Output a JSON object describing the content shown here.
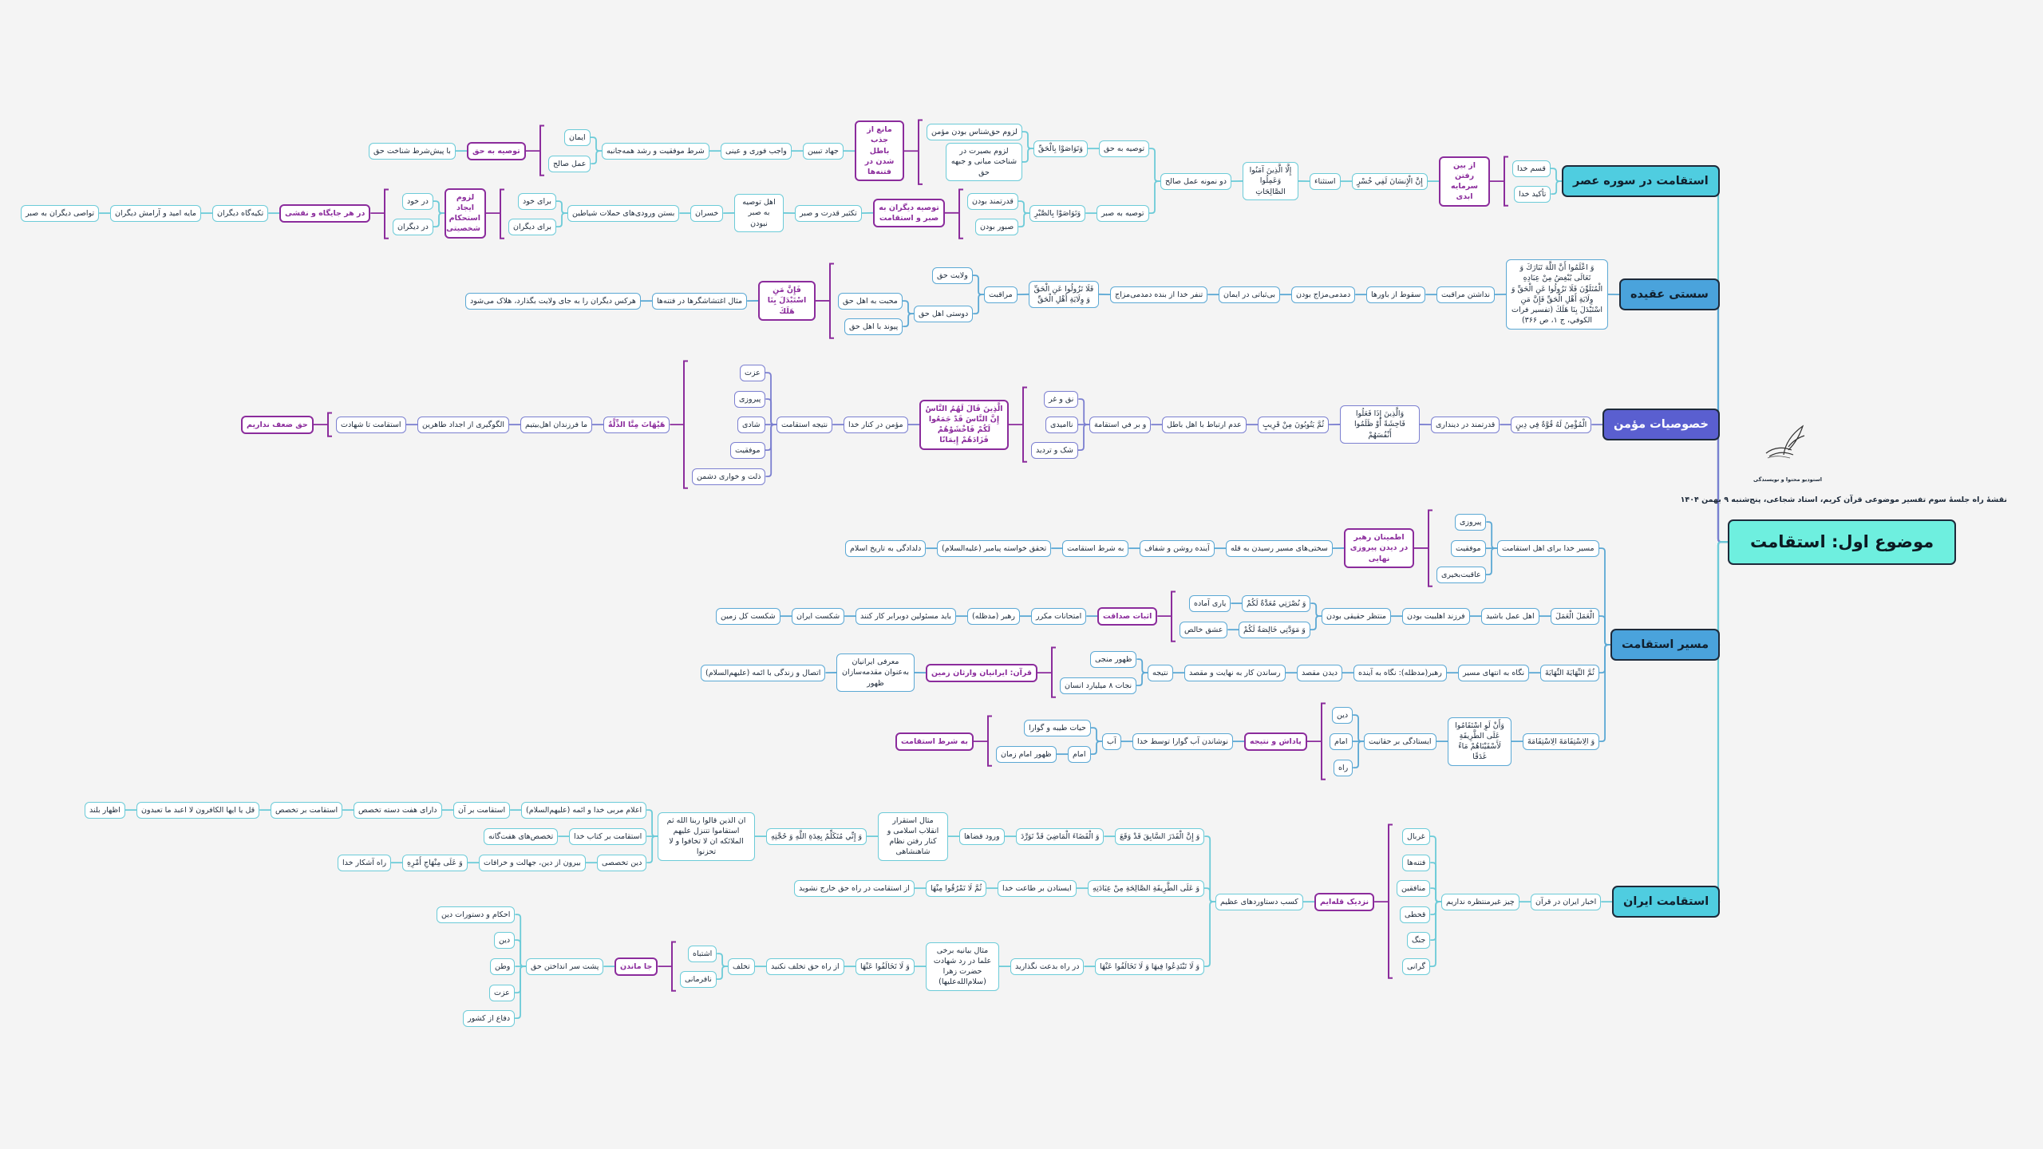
{
  "header": {
    "studio": "استودیو محتوا و نویسندگی",
    "session": "نقشهٔ راه جلسهٔ سوم تفسیر موضوعی قرآن کریم، استاد شجاعی، پنج‌شنبه ۹ بهمن ۱۴۰۴"
  },
  "colors": {
    "root": "#6eefdf",
    "key": "#8b2c9c",
    "b1": {
      "fill": "#4fcde0",
      "line": "#6ccbd8",
      "text": "#10202e"
    },
    "b2": {
      "fill": "#4aa3dc",
      "line": "#5ba8d4",
      "text": "#10202e"
    },
    "b3": {
      "fill": "#5a5fd0",
      "line": "#7b7fd0",
      "text": "#ffffff"
    },
    "b4": {
      "fill": "#4aa3dc",
      "line": "#5ba8d4",
      "text": "#10202e"
    },
    "b5": {
      "fill": "#4fcde0",
      "line": "#6ccbd8",
      "text": "#10202e"
    }
  },
  "nodes": [
    {
      "id": "root",
      "kind": "root",
      "text": "موضوع اول: استقامت"
    },
    {
      "id": "b1",
      "kind": "branch",
      "parent": "root",
      "text": "استقامت در سوره عصر"
    },
    {
      "id": "n1",
      "parent": "b1",
      "text": "قسم خدا"
    },
    {
      "id": "n2",
      "parent": "b1",
      "text": "تأکید خدا"
    },
    {
      "id": "k1",
      "kind": "key",
      "group": [
        "n1",
        "n2"
      ],
      "text": "از بین رفتن سرمایه ابدی"
    },
    {
      "id": "n3",
      "parent": "k1",
      "text": "إِنَّ الْإِنسَانَ لَفِي خُسْرٍ"
    },
    {
      "id": "n4",
      "parent": "n3",
      "text": "استثناء"
    },
    {
      "id": "n5",
      "parent": "n4",
      "text": "إِلَّا الَّذِينَ آمَنُوا وَعَمِلُوا الصَّالِحَاتِ"
    },
    {
      "id": "n6",
      "parent": "n5",
      "text": "دو نمونه عمل صالح"
    },
    {
      "id": "n7",
      "parent": "n6",
      "text": "توصیه به حق"
    },
    {
      "id": "n8",
      "parent": "n6",
      "text": "توصیه به صبر"
    },
    {
      "id": "n9",
      "parent": "n7",
      "text": "وَتَوَاصَوْا بِالْحَقِّ"
    },
    {
      "id": "n10",
      "parent": "n8",
      "text": "وَتَوَاصَوْا بِالصَّبْرِ"
    },
    {
      "id": "n11",
      "parent": "n9",
      "text": "لزوم حق‌شناس بودن مؤمن"
    },
    {
      "id": "n12",
      "parent": "n9",
      "text": "لزوم بصیرت در شناخت مبانی و جبهه حق"
    },
    {
      "id": "k2",
      "kind": "key",
      "group": [
        "n11",
        "n12"
      ],
      "text": "مانع از جذب باطل شدن در فتنه‌ها"
    },
    {
      "id": "n13",
      "parent": "k2",
      "text": "جهاد تبیین"
    },
    {
      "id": "n14",
      "parent": "n13",
      "text": "واجب فوری و عینی"
    },
    {
      "id": "n15",
      "parent": "n14",
      "text": "شرط موفقیت و رشد همه‌جانبه"
    },
    {
      "id": "n16",
      "parent": "n15",
      "text": "ایمان"
    },
    {
      "id": "n17",
      "parent": "n15",
      "text": "عمل صالح"
    },
    {
      "id": "k3",
      "kind": "key",
      "group": [
        "n16",
        "n17"
      ],
      "text": "توصیه به حق"
    },
    {
      "id": "n18",
      "parent": "k3",
      "text": "با پیش‌شرط شناخت حق"
    },
    {
      "id": "n19",
      "parent": "n10",
      "text": "قدرتمند بودن"
    },
    {
      "id": "n20",
      "parent": "n10",
      "text": "صبور بودن"
    },
    {
      "id": "k4",
      "kind": "key",
      "group": [
        "n19",
        "n20"
      ],
      "text": "توصیه دیگران به صبر و استقامت"
    },
    {
      "id": "n21",
      "parent": "k4",
      "text": "تکثیر قدرت و صبر"
    },
    {
      "id": "n22",
      "parent": "n21",
      "text": "اهل توصیه به صبر نبودن"
    },
    {
      "id": "n23",
      "parent": "n22",
      "text": "خسران"
    },
    {
      "id": "n24",
      "parent": "n23",
      "text": "بستن ورودی‌های حملات شیاطین"
    },
    {
      "id": "n25",
      "parent": "n24",
      "text": "برای خود"
    },
    {
      "id": "n26",
      "parent": "n24",
      "text": "برای دیگران"
    },
    {
      "id": "k5",
      "kind": "key",
      "group": [
        "n25",
        "n26"
      ],
      "text": "لزوم ایجاد استحکام شخصیتی"
    },
    {
      "id": "n27",
      "parent": "k5",
      "text": "در خود"
    },
    {
      "id": "n28",
      "parent": "k5",
      "text": "در دیگران"
    },
    {
      "id": "k6",
      "kind": "key",
      "group": [
        "n27",
        "n28"
      ],
      "text": "در هر جایگاه و نقشی"
    },
    {
      "id": "n29",
      "parent": "k6",
      "text": "تکیه‌گاه دیگران"
    },
    {
      "id": "n30",
      "parent": "n29",
      "text": "مایه امید و آرامش دیگران"
    },
    {
      "id": "n31",
      "parent": "n30",
      "text": "تواصی دیگران به صبر"
    },
    {
      "id": "b2",
      "kind": "branch",
      "parent": "root",
      "text": "سستی عقیده"
    },
    {
      "id": "c1",
      "parent": "b2",
      "text": "وَ اعْلَمُوا أَنَّ اللَّهَ تَبَارَكَ وَ تَعَالَى يُبْغِضُ مِنْ عِبَادِهِ الْمُتَلَوِّنَ فَلَا تَزُولُوا عَنِ الْحَقِّ وَ وِلَايَةِ أَهْلِ الْحَقِّ فَإِنَّ مَنِ اسْتَبْدَلَ بِنَا هَلَكَ (تفسير فرات الكوفي، ج ۱، ص ۳۶۶)"
    },
    {
      "id": "c2",
      "parent": "c1",
      "text": "نداشتن مراقبت"
    },
    {
      "id": "c3",
      "parent": "c2",
      "text": "سقوط از باورها"
    },
    {
      "id": "c4",
      "parent": "c3",
      "text": "دمدمی‌مزاج بودن"
    },
    {
      "id": "c5",
      "parent": "c4",
      "text": "بی‌ثباتی در ایمان"
    },
    {
      "id": "c6",
      "parent": "c5",
      "text": "تنفر خدا از بنده دمدمی‌مزاج"
    },
    {
      "id": "c7",
      "parent": "c6",
      "text": "فَلَا تَزُولُوا عَنِ الْحَقِّ وَ وِلَايَةِ أَهْلِ الْحَقِّ"
    },
    {
      "id": "c8",
      "parent": "c7",
      "text": "مراقبت"
    },
    {
      "id": "c9",
      "parent": "c8",
      "text": "ولایت حق"
    },
    {
      "id": "c10",
      "parent": "c8",
      "text": "دوستی اهل حق"
    },
    {
      "id": "c11",
      "parent": "c10",
      "text": "محبت به اهل حق"
    },
    {
      "id": "c12",
      "parent": "c10",
      "text": "پیوند با اهل حق"
    },
    {
      "id": "kc1",
      "kind": "key",
      "group": [
        "c9",
        "c11",
        "c12"
      ],
      "text": "فَإِنَّ مَنِ اسْتَبْدَلَ بِنَا هَلَكَ"
    },
    {
      "id": "c13",
      "parent": "kc1",
      "text": "مثال اغتشاشگرها در فتنه‌ها"
    },
    {
      "id": "c14",
      "parent": "c13",
      "text": "هرکس دیگران را به جای ولایت بگذارد، هلاک می‌شود"
    },
    {
      "id": "b3",
      "kind": "branch",
      "parent": "root",
      "text": "خصوصیات مؤمن"
    },
    {
      "id": "d1",
      "parent": "b3",
      "text": "الْمُؤْمِنُ لَهُ قُوَّةٌ فِي دِينٍ"
    },
    {
      "id": "d2",
      "parent": "d1",
      "text": "قدرتمند در دینداری"
    },
    {
      "id": "d3",
      "parent": "d2",
      "text": "وَالَّذِينَ إِذَا فَعَلُوا فَاحِشَةً أَوْ ظَلَمُوا أَنْفُسَهُمْ"
    },
    {
      "id": "d4",
      "parent": "d3",
      "text": "ثُمَّ يَتُوبُونَ مِنْ قَرِيبٍ"
    },
    {
      "id": "d5",
      "parent": "d4",
      "text": "عدم ارتباط با اهل باطل"
    },
    {
      "id": "d6",
      "parent": "d5",
      "text": "و بر في استقامة"
    },
    {
      "id": "d7",
      "parent": "d6",
      "text": "نق و غر"
    },
    {
      "id": "d8",
      "parent": "d6",
      "text": "ناامیدی"
    },
    {
      "id": "d9",
      "parent": "d6",
      "text": "شک و تردید"
    },
    {
      "id": "kd1",
      "kind": "key",
      "group": [
        "d7",
        "d8",
        "d9"
      ],
      "text": "الَّذِينَ قَالَ لَهُمُ النَّاسُ إِنَّ النَّاسَ قَدْ جَمَعُوا لَكُمْ فَاخْشَوْهُمْ فَزَادَهُمْ إِيمَانًا"
    },
    {
      "id": "d10",
      "parent": "kd1",
      "text": "مؤمن در کنار خدا"
    },
    {
      "id": "d11",
      "parent": "d10",
      "text": "نتیجه استقامت"
    },
    {
      "id": "d12",
      "parent": "d11",
      "text": "عزت"
    },
    {
      "id": "d13",
      "parent": "d11",
      "text": "پیروزی"
    },
    {
      "id": "d14",
      "parent": "d11",
      "text": "شادی"
    },
    {
      "id": "d15",
      "parent": "d11",
      "text": "موفقیت"
    },
    {
      "id": "d16",
      "parent": "d11",
      "text": "ذلت و خواری دشمن"
    },
    {
      "id": "kd2",
      "kind": "keyalt",
      "group": [
        "d12",
        "d13",
        "d14",
        "d15",
        "d16"
      ],
      "text": "هَيْهَاتَ مِنَّا الذِّلَّةُ"
    },
    {
      "id": "d17",
      "parent": "kd2",
      "text": "ما فرزندان اهل‌بیتیم"
    },
    {
      "id": "d18",
      "parent": "d17",
      "text": "الگوگیری از اجداد طاهرین"
    },
    {
      "id": "d19",
      "parent": "d18",
      "text": "استقامت تا شهادت"
    },
    {
      "id": "kd3",
      "kind": "key",
      "group": [
        "d19"
      ],
      "text": "حق ضعف نداریم"
    },
    {
      "id": "b4",
      "kind": "branch",
      "parent": "root",
      "text": "مسیر استقامت"
    },
    {
      "id": "e1",
      "parent": "b4",
      "text": "مسیر خدا برای اهل استقامت"
    },
    {
      "id": "e2",
      "parent": "e1",
      "text": "پیروزی"
    },
    {
      "id": "e3",
      "parent": "e1",
      "text": "موفقیت"
    },
    {
      "id": "e4",
      "parent": "e1",
      "text": "عاقبت‌بخیری"
    },
    {
      "id": "ke1",
      "kind": "key",
      "group": [
        "e2",
        "e3",
        "e4"
      ],
      "text": "اطمینان رهبر در دیدن پیروزی نهایی"
    },
    {
      "id": "e5",
      "parent": "ke1",
      "text": "سختی‌های مسیر رسیدن به قله"
    },
    {
      "id": "e6",
      "parent": "e5",
      "text": "آینده روشن و شفاف"
    },
    {
      "id": "e7",
      "parent": "e6",
      "text": "به شرط استقامت"
    },
    {
      "id": "e8",
      "parent": "e7",
      "text": "تحقق خواسته پیامبر (علیه‌السلام)"
    },
    {
      "id": "e9",
      "parent": "e8",
      "text": "دلدادگی به تاریخ اسلام"
    },
    {
      "id": "e10",
      "parent": "b4",
      "text": "الْعَمَلَ الْعَمَلَ"
    },
    {
      "id": "e11",
      "parent": "e10",
      "text": "اهل عمل باشید"
    },
    {
      "id": "e12",
      "parent": "e11",
      "text": "فرزند اهلبیت بودن"
    },
    {
      "id": "e13",
      "parent": "e12",
      "text": "منتظر حقیقی بودن"
    },
    {
      "id": "e14",
      "parent": "e13",
      "text": "وَ نُصْرَتِي مُعَدَّةٌ لَكُمْ"
    },
    {
      "id": "e15",
      "parent": "e13",
      "text": "وَ مَوَدَّتِي خَالِصَةٌ لَكُمْ"
    },
    {
      "id": "e16",
      "parent": "e14",
      "text": "یاری آماده"
    },
    {
      "id": "e17",
      "parent": "e15",
      "text": "عشق خالص"
    },
    {
      "id": "ke2",
      "kind": "key",
      "group": [
        "e16",
        "e17"
      ],
      "text": "اثبات صداقت"
    },
    {
      "id": "e18",
      "parent": "ke2",
      "text": "امتحانات مکرر"
    },
    {
      "id": "e19",
      "parent": "e18",
      "text": "رهبر (مدظله)"
    },
    {
      "id": "e20",
      "parent": "e19",
      "text": "باید مسئولین دوبرابر کار کنند"
    },
    {
      "id": "e21",
      "parent": "e20",
      "text": "شکست ایران"
    },
    {
      "id": "e22",
      "parent": "e21",
      "text": "شکست کل زمین"
    },
    {
      "id": "e23",
      "parent": "b4",
      "text": "ثُمَّ النِّهَايَةَ النِّهَايَةَ"
    },
    {
      "id": "e24",
      "parent": "e23",
      "text": "نگاه به انتهای مسیر"
    },
    {
      "id": "e25",
      "parent": "e24",
      "text": "رهبر(مدظله): نگاه به آینده"
    },
    {
      "id": "e26",
      "parent": "e25",
      "text": "دیدن مقصد"
    },
    {
      "id": "e27",
      "parent": "e26",
      "text": "رساندن کار به نهایت و مقصد"
    },
    {
      "id": "e28",
      "parent": "e27",
      "text": "نتیجه"
    },
    {
      "id": "e29",
      "parent": "e28",
      "text": "ظهور منجی"
    },
    {
      "id": "e30",
      "parent": "e28",
      "text": "نجات ۸ میلیارد انسان"
    },
    {
      "id": "ke3",
      "kind": "key",
      "group": [
        "e29",
        "e30"
      ],
      "text": "قرآن: ایرانیان وارثان زمین"
    },
    {
      "id": "e31",
      "parent": "ke3",
      "text": "معرفی ایرانیان به‌عنوان مقدمه‌سازان ظهور"
    },
    {
      "id": "e32",
      "parent": "e31",
      "text": "اتصال و زندگی با ائمه (علیهم‌السلام)"
    },
    {
      "id": "e33",
      "parent": "b4",
      "text": "وَ الِاسْتِقَامَةَ الِاسْتِقَامَةَ"
    },
    {
      "id": "e34",
      "parent": "e33",
      "text": "وَأَنْ لَوِ اسْتَقَامُوا عَلَى الطَّرِيقَةِ لَأَسْقَيْنَاهُمْ مَاءً غَدَقًا"
    },
    {
      "id": "e35",
      "parent": "e34",
      "text": "ایستادگی بر حقانیت"
    },
    {
      "id": "e36",
      "parent": "e35",
      "text": "دین"
    },
    {
      "id": "e37",
      "parent": "e35",
      "text": "امام"
    },
    {
      "id": "e38",
      "parent": "e35",
      "text": "راه"
    },
    {
      "id": "ke4",
      "kind": "key",
      "group": [
        "e36",
        "e37",
        "e38"
      ],
      "text": "پاداش و نتیجه"
    },
    {
      "id": "e39",
      "parent": "ke4",
      "text": "نوشاندن آب گوارا توسط خدا"
    },
    {
      "id": "e40",
      "parent": "e39",
      "text": "آب"
    },
    {
      "id": "e41",
      "parent": "e40",
      "text": "حیات طیبه و گوارا"
    },
    {
      "id": "e42",
      "parent": "e40",
      "text": "امام"
    },
    {
      "id": "e43",
      "parent": "e42",
      "text": "ظهور امام زمان"
    },
    {
      "id": "ke5",
      "kind": "key",
      "group": [
        "e41",
        "e43"
      ],
      "text": "به شرط استقامت"
    },
    {
      "id": "b5",
      "kind": "branch",
      "parent": "root",
      "text": "استقامت ایران"
    },
    {
      "id": "f1",
      "parent": "b5",
      "text": "اخبار ایران در قرآن"
    },
    {
      "id": "f2",
      "parent": "f1",
      "text": "چیز غیرمنتظره نداریم"
    },
    {
      "id": "f3",
      "parent": "f2",
      "text": "غربال"
    },
    {
      "id": "f4",
      "parent": "f2",
      "text": "فتنه‌ها"
    },
    {
      "id": "f5",
      "parent": "f2",
      "text": "منافقین"
    },
    {
      "id": "f6",
      "parent": "f2",
      "text": "قحطی"
    },
    {
      "id": "f7",
      "parent": "f2",
      "text": "جنگ"
    },
    {
      "id": "f8",
      "parent": "f2",
      "text": "گرانی"
    },
    {
      "id": "kf1",
      "kind": "key",
      "group": [
        "f3",
        "f4",
        "f5",
        "f6",
        "f7",
        "f8"
      ],
      "text": "نزدیک قله‌ایم"
    },
    {
      "id": "f9",
      "parent": "kf1",
      "text": "کسب دستاوردهای عظیم"
    },
    {
      "id": "f10",
      "parent": "f9",
      "text": "وَ إِنَّ الْقَدَرَ السَّابِقَ قَدْ وَقَعَ"
    },
    {
      "id": "f11",
      "parent": "f10",
      "text": "وَ الْقَضَاءَ الْمَاضِيَ قَدْ تَوَرَّدَ"
    },
    {
      "id": "f12",
      "parent": "f11",
      "text": "ورود قضاها"
    },
    {
      "id": "f13",
      "parent": "f12",
      "text": "مثال استقرار انقلاب اسلامی و کنار رفتن نظام شاهنشاهی"
    },
    {
      "id": "f14",
      "parent": "f13",
      "text": "وَ إِنِّي مُتَكَلِّمٌ بِعِدَةِ اللَّهِ وَ حُجَّتِهِ"
    },
    {
      "id": "f15",
      "parent": "f14",
      "text": "ان الذین قالوا ربنا الله ثم استقاموا تتنزل علیهم الملائکه ان لا تخافوا و لا تحزنوا"
    },
    {
      "id": "f16",
      "parent": "f15",
      "text": "اعلام مربی خدا و ائمه (علیهم‌السلام)"
    },
    {
      "id": "f17",
      "parent": "f16",
      "text": "استقامت بر آن"
    },
    {
      "id": "f18",
      "parent": "f17",
      "text": "دارای هفت دسته تخصص"
    },
    {
      "id": "f19",
      "parent": "f18",
      "text": "استقامت بر تخصص"
    },
    {
      "id": "f20",
      "parent": "f19",
      "text": "قل یا ایها الکافرون لا اعبد ما تعبدون"
    },
    {
      "id": "f21",
      "parent": "f20",
      "text": "اظهار بلند"
    },
    {
      "id": "f22",
      "parent": "f15",
      "text": "استقامت بر کتاب خدا"
    },
    {
      "id": "f23",
      "parent": "f22",
      "text": "تخصص‌های هفت‌گانه"
    },
    {
      "id": "f24",
      "parent": "f15",
      "text": "دین تخصصی"
    },
    {
      "id": "f25",
      "parent": "f24",
      "text": "بیرون از دین، جهالت و خرافات"
    },
    {
      "id": "f26",
      "parent": "f25",
      "text": "وَ عَلَى مِنْهَاجِ أَمْرِهِ"
    },
    {
      "id": "f27",
      "parent": "f26",
      "text": "راه آشکار خدا"
    },
    {
      "id": "f28",
      "parent": "f9",
      "text": "وَ عَلَى الطَّرِيقَةِ الصَّالِحَةِ مِنْ عِبَادَتِهِ"
    },
    {
      "id": "f29",
      "parent": "f28",
      "text": "ایستادن بر طاعت خدا"
    },
    {
      "id": "f30",
      "parent": "f29",
      "text": "ثُمَّ لَا تَمْرُقُوا مِنْهَا"
    },
    {
      "id": "f31",
      "parent": "f30",
      "text": "از استقامت در راه حق خارج نشوید"
    },
    {
      "id": "f32",
      "parent": "f9",
      "text": "وَ لَا تَبْتَدِعُوا فِيهَا وَ لَا تَخَالَفُوا عَنْهَا"
    },
    {
      "id": "f33",
      "parent": "f32",
      "text": "در راه بدعت نگذارید"
    },
    {
      "id": "f34",
      "parent": "f33",
      "text": "مثال بیانیه برخی علما در رد شهادت حضرت زهرا (سلام‌الله‌علیها)"
    },
    {
      "id": "f35",
      "parent": "f34",
      "text": "وَ لَا تَخَالَفُوا عَنْهَا"
    },
    {
      "id": "f36",
      "parent": "f35",
      "text": "از راه حق تخلف نکنید"
    },
    {
      "id": "f37",
      "parent": "f36",
      "text": "تخلف"
    },
    {
      "id": "f38",
      "parent": "f37",
      "text": "اشتباه"
    },
    {
      "id": "f39",
      "parent": "f37",
      "text": "نافرمانی"
    },
    {
      "id": "kf2",
      "kind": "key",
      "group": [
        "f38",
        "f39"
      ],
      "text": "جا ماندن"
    },
    {
      "id": "f40",
      "parent": "kf2",
      "text": "پشت سر انداختن حق"
    },
    {
      "id": "f41",
      "parent": "f40",
      "text": "احکام و دستورات دین"
    },
    {
      "id": "f42",
      "parent": "f40",
      "text": "دین"
    },
    {
      "id": "f43",
      "parent": "f40",
      "text": "وطن"
    },
    {
      "id": "f44",
      "parent": "f40",
      "text": "عزت"
    },
    {
      "id": "f45",
      "parent": "f40",
      "text": "دفاع از کشور"
    }
  ]
}
